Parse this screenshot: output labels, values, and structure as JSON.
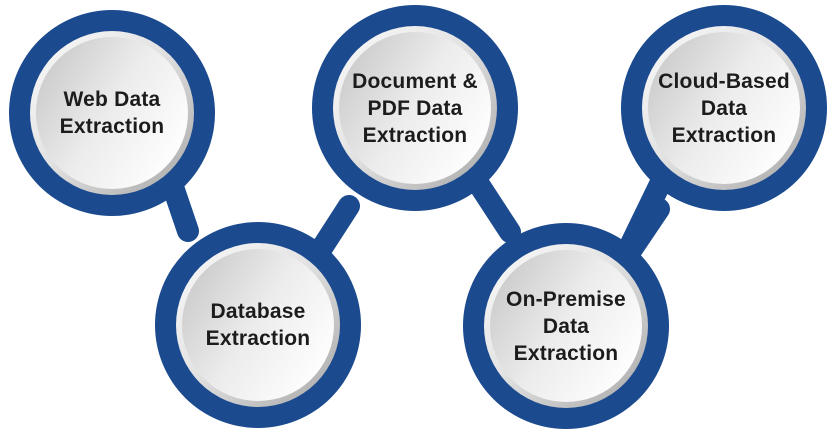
{
  "colors": {
    "ring_blue": "#1b4a8f",
    "lens_gray_start": "#c3c3c3",
    "lens_white_end": "#fdfdfd",
    "text": "#1c1c1c",
    "background": "#ffffff"
  },
  "circles": [
    {
      "id": "web",
      "icon": "magnifying-glass-icon",
      "lines": [
        "Web Data",
        "Extraction"
      ]
    },
    {
      "id": "document",
      "icon": "magnifying-glass-icon",
      "lines": [
        "Document &",
        "PDF Data",
        "Extraction"
      ]
    },
    {
      "id": "cloud",
      "icon": "magnifying-glass-icon",
      "lines": [
        "Cloud-Based",
        "Data",
        "Extraction"
      ]
    },
    {
      "id": "database",
      "icon": "magnifying-glass-icon",
      "lines": [
        "Database",
        "Extraction"
      ]
    },
    {
      "id": "on-premise",
      "icon": "magnifying-glass-icon",
      "lines": [
        "On-Premise",
        "Data",
        "Extraction"
      ]
    }
  ]
}
